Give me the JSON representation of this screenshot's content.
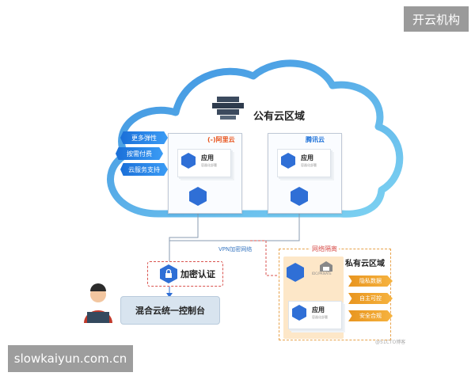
{
  "brand": "开云机构",
  "watermark": "slowkaiyun.com.cn",
  "public_cloud": {
    "title": "公有云区域",
    "side_tags": [
      "更多弹性",
      "按需付费",
      "云服务支持"
    ],
    "providers": [
      {
        "logo": "(-)阿里云",
        "color": "#e8541d",
        "app_title": "应用",
        "app_sub": "容器化部署"
      },
      {
        "logo": "腾讯云",
        "color": "#1a6fd8",
        "app_title": "应用",
        "app_sub": "容器化部署"
      }
    ]
  },
  "vpn_label": "VPN加密网络",
  "encrypt_label": "加密认证",
  "console_label": "混合云统一控制台",
  "private_cloud": {
    "isolation_label": "网络隔离",
    "title": "私有云区域",
    "server_label": "IDC/PRIVATE",
    "app_title": "应用",
    "app_sub": "容器化部署",
    "tags": [
      "隐私数据",
      "自主可控",
      "安全合规"
    ]
  },
  "footer_watermark": "@51CTO博客",
  "colors": {
    "cloud_stroke": "#5ab8ea",
    "primary_blue": "#2f6fd6",
    "orange": "#f0a030",
    "private_bg": "#fde7c8"
  }
}
